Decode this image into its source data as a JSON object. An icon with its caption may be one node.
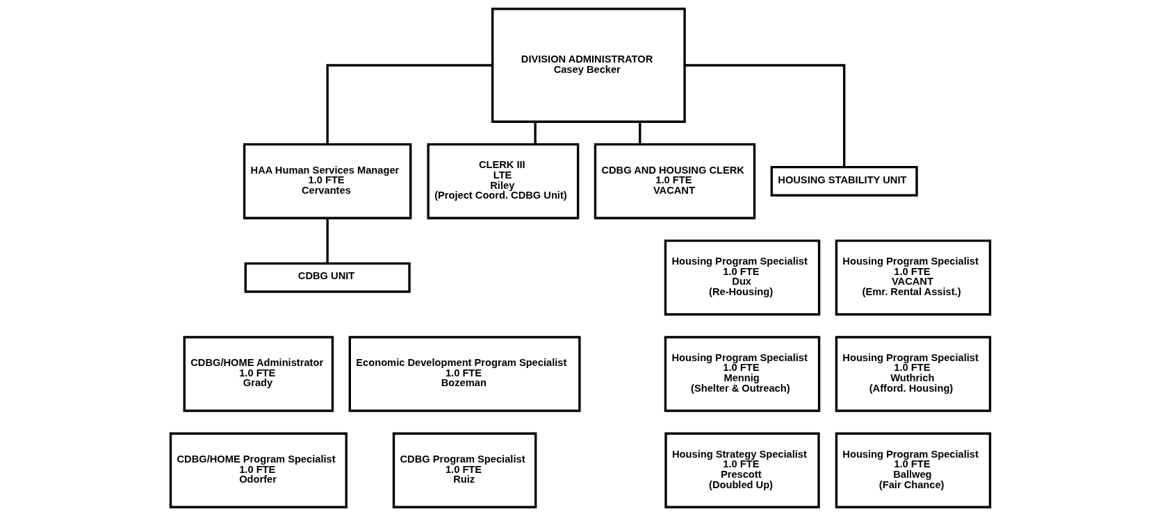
{
  "diagram": {
    "nodes": [
      {
        "text": [
          "DIVISION ADMINISTRATOR",
          "Casey Becker"
        ]
      },
      {
        "text": [
          "HAA Human Services Manager",
          "1.0 FTE",
          "Cervantes"
        ]
      },
      {
        "text": [
          "CLERK III",
          "LTE",
          "Riley",
          "(Project Coord. CDBG Unit)"
        ]
      },
      {
        "text": [
          "CDBG AND HOUSING CLERK",
          "1.0 FTE",
          "VACANT"
        ]
      },
      {
        "text": [
          "HOUSING STABILITY UNIT"
        ]
      },
      {
        "text": [
          "CDBG UNIT"
        ]
      },
      {
        "text": [
          "CDBG/HOME Administrator",
          "1.0 FTE",
          "Grady"
        ]
      },
      {
        "text": [
          "Economic Development Program Specialist",
          "1.0 FTE",
          "Bozeman"
        ]
      },
      {
        "text": [
          "CDBG/HOME Program Specialist",
          "1.0 FTE",
          "Odorfer"
        ]
      },
      {
        "text": [
          "CDBG Program Specialist",
          "1.0 FTE",
          "Ruiz"
        ]
      },
      {
        "text": [
          "Housing Program Specialist",
          "1.0 FTE",
          "Dux",
          "(Re-Housing)"
        ]
      },
      {
        "text": [
          "Housing Program Specialist",
          "1.0 FTE",
          "VACANT",
          "(Emr. Rental Assist.)"
        ]
      },
      {
        "text": [
          "Housing Program Specialist",
          "1.0 FTE",
          "Mennig",
          "(Shelter & Outreach)"
        ]
      },
      {
        "text": [
          "Housing Program Specialist",
          "1.0 FTE",
          "Wuthrich",
          "(Afford. Housing)"
        ]
      },
      {
        "text": [
          "Housing Strategy Specialist",
          "1.0 FTE",
          "Prescott",
          "(Doubled Up)"
        ]
      },
      {
        "text": [
          "Housing Program Specialist",
          "1.0 FTE",
          "Ballweg",
          "(Fair Chance)"
        ]
      }
    ],
    "edges": [
      {
        "from": 0,
        "to": 1,
        "arrow": "none"
      },
      {
        "from": 0,
        "to": 2,
        "arrow": "none"
      },
      {
        "from": 0,
        "to": 3,
        "arrow": "none"
      },
      {
        "from": 0,
        "to": 4,
        "arrow": "none"
      },
      {
        "from": 1,
        "to": 5,
        "arrow": "none"
      }
    ]
  }
}
